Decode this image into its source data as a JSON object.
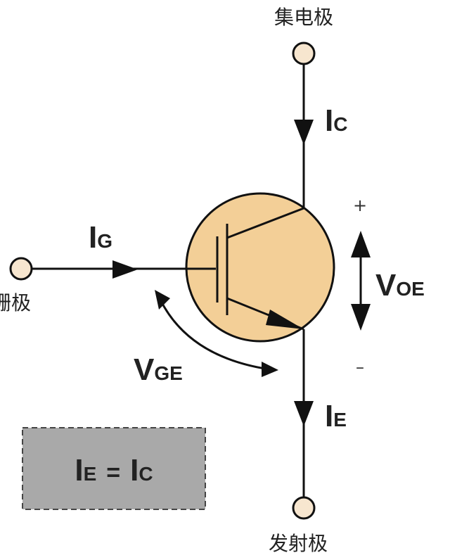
{
  "terminals": {
    "collector": "集电极",
    "gate": "栅极",
    "emitter": "发射极"
  },
  "currents": {
    "collector": {
      "main": "I",
      "sub": "C"
    },
    "gate": {
      "main": "I",
      "sub": "G"
    },
    "emitter": {
      "main": "I",
      "sub": "E"
    }
  },
  "voltages": {
    "vge": {
      "main": "V",
      "sub": "GE"
    },
    "voe": {
      "main": "V",
      "sub": "OE"
    },
    "plus": "+",
    "minus": "–"
  },
  "equation": {
    "lhs_main": "I",
    "lhs_sub": "E",
    "op": "=",
    "rhs_main": "I",
    "rhs_sub": "C"
  },
  "colors": {
    "body_fill": "#f3cf97",
    "stroke": "#111111",
    "terminal_fill": "#f7e6cf",
    "box_fill": "#a9a9a9"
  }
}
